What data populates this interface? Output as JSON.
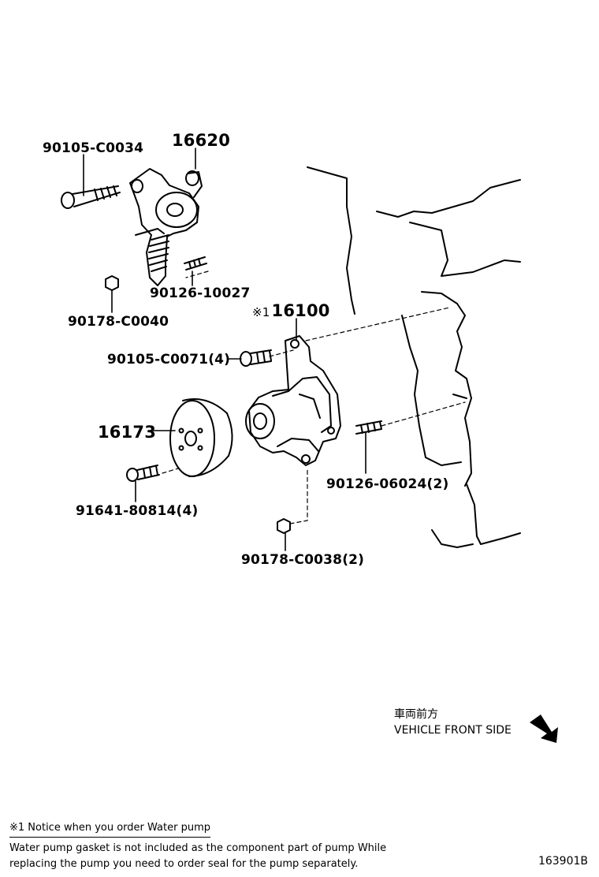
{
  "labels": {
    "bolt_90105_c0034": "90105-C0034",
    "tensioner_16620": "16620",
    "stud_90126_10027": "90126-10027",
    "nut_90178_c0040": "90178-C0040",
    "pump_mark": "※1",
    "pump_16100": "16100",
    "bolt_90105_c0071": "90105-C0071(4)",
    "pulley_16173": "16173",
    "bolt_91641_80814": "91641-80814(4)",
    "stud_90126_06024": "90126-06024(2)",
    "nut_90178_c0038": "90178-C0038(2)"
  },
  "vehicle_front": {
    "japanese": "車両前方",
    "english": "VEHICLE FRONT SIDE",
    "icon": "arrow-icon"
  },
  "notice": {
    "title": "※1 Notice when you order Water pump",
    "line1": "Water pump gasket is not included as the component part of pump While",
    "line2": "replacing the pump you need to order seal for the pump separately."
  },
  "figure_id": "163901B"
}
